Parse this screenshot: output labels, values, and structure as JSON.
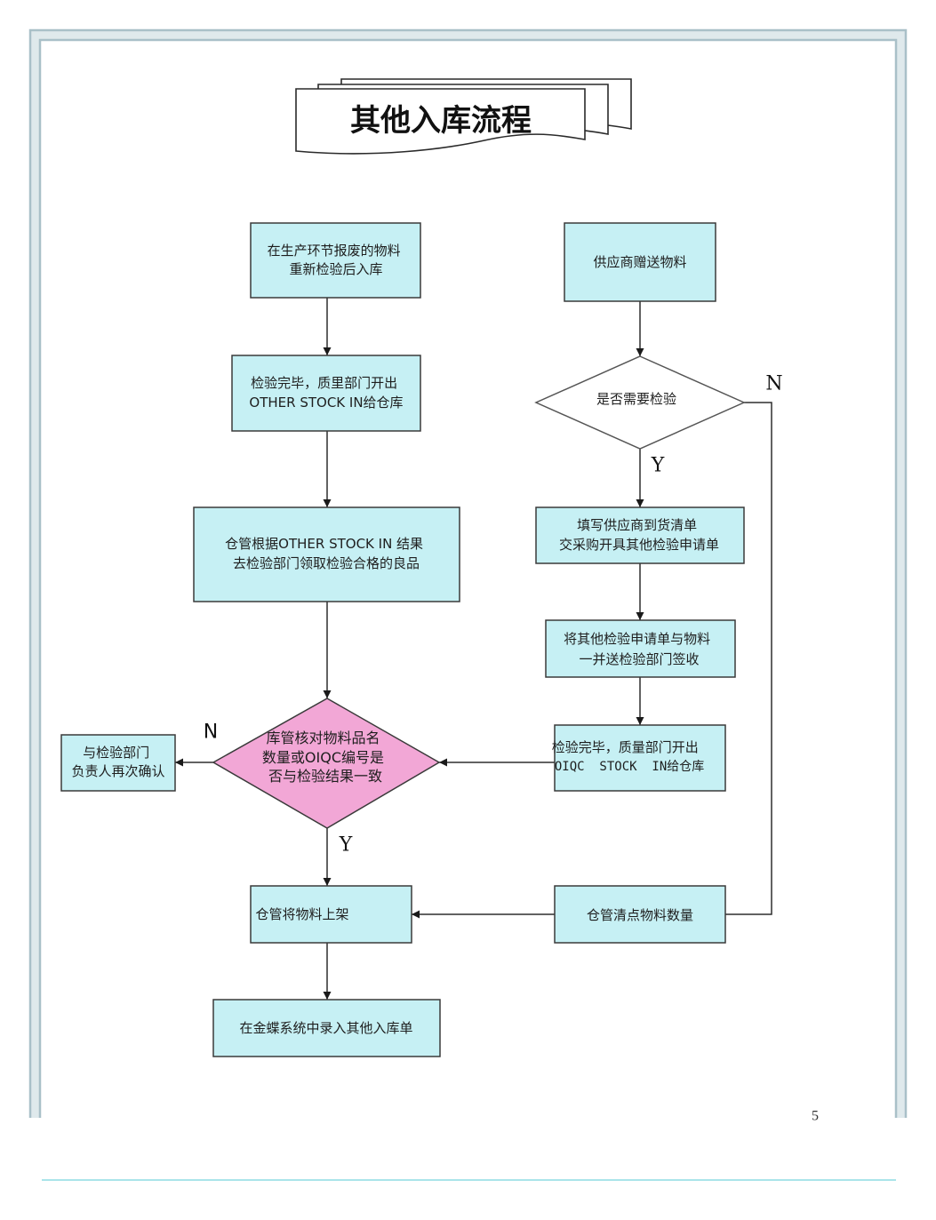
{
  "title": "其他入库流程",
  "nodes": {
    "scrap_reinspect": [
      "在生产环节报废的物料",
      "重新检验后入库"
    ],
    "qc_issue_other_stock_in": [
      "检验完毕，质里部门开出",
      "OTHER STOCK IN给仓库"
    ],
    "collect_good_items": [
      "仓管根据OTHER STOCK IN 结果",
      "去检验部门领取检验合格的良品"
    ],
    "verify_match": [
      "库管核对物料品名",
      "数量或OIQC编号是",
      "否与检验结果一致"
    ],
    "reconfirm": [
      "与检验部门",
      "负责人再次确认"
    ],
    "shelve": [
      "仓管将物料上架"
    ],
    "enter_kingdee": [
      "在金蝶系统中录入其他入库单"
    ],
    "supplier_gift": [
      "供应商赠送物料"
    ],
    "need_inspection": [
      "是否需要检验"
    ],
    "fill_list": [
      "填写供应商到货清单",
      "交采购开具其他检验申请单"
    ],
    "send_to_inspection": [
      "将其他检验申请单与物料",
      "一并送检验部门签收"
    ],
    "qc_issue_oiqc": [
      "检验完毕，质量部门开出",
      "OIQC  STOCK  IN给仓库"
    ],
    "count_items": [
      "仓管清点物料数量"
    ]
  },
  "edge_labels": {
    "need_inspection_no": "N",
    "need_inspection_yes": "Y",
    "verify_match_no": "N",
    "verify_match_yes": "Y"
  },
  "page_number": "5",
  "colors": {
    "process_fill": "#c6f0f4",
    "verify_fill": "#f2a7d6",
    "inspect_fill": "#ffffff",
    "border": "#3a3a3a",
    "frame": "#a9c0c8",
    "footer_rule": "#8ddbe3"
  }
}
